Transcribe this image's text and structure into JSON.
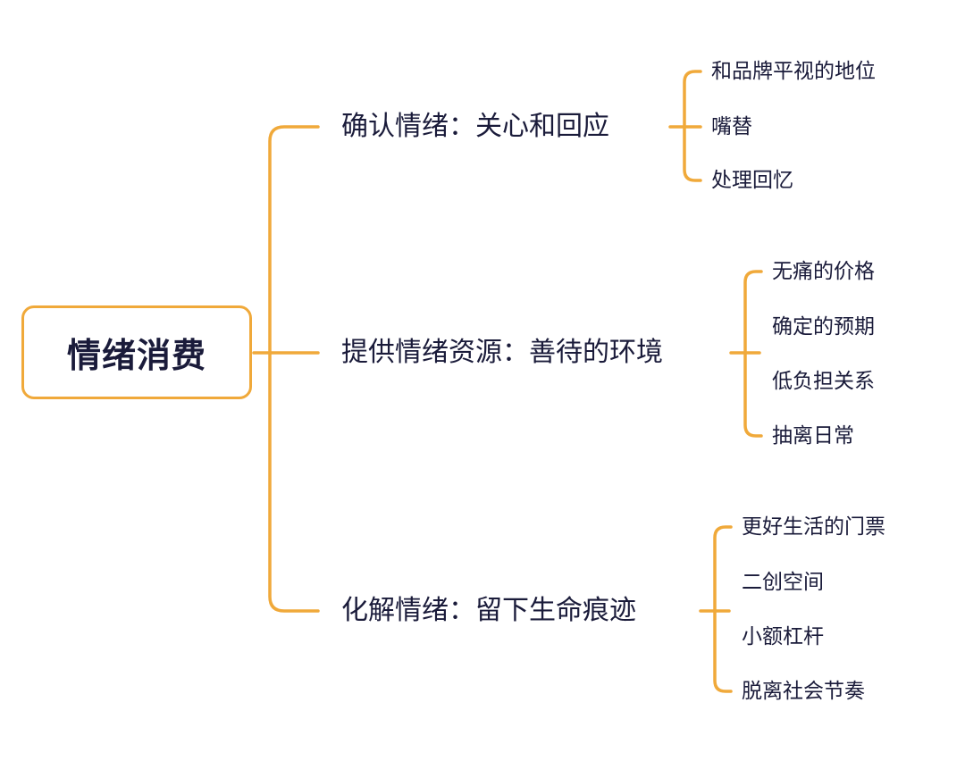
{
  "root": {
    "label": "情绪消费"
  },
  "branches": [
    {
      "label": "确认情绪：关心和回应",
      "leaves": [
        "和品牌平视的地位",
        "嘴替",
        "处理回忆"
      ]
    },
    {
      "label": "提供情绪资源：善待的环境",
      "leaves": [
        "无痛的价格",
        "确定的预期",
        "低负担关系",
        "抽离日常"
      ]
    },
    {
      "label": "化解情绪：留下生命痕迹",
      "leaves": [
        "更好生活的门票",
        "二创空间",
        "小额杠杆",
        "脱离社会节奏"
      ]
    }
  ],
  "colors": {
    "connector": "#f0a93a",
    "text": "#1a1b3a",
    "background": "#ffffff"
  }
}
